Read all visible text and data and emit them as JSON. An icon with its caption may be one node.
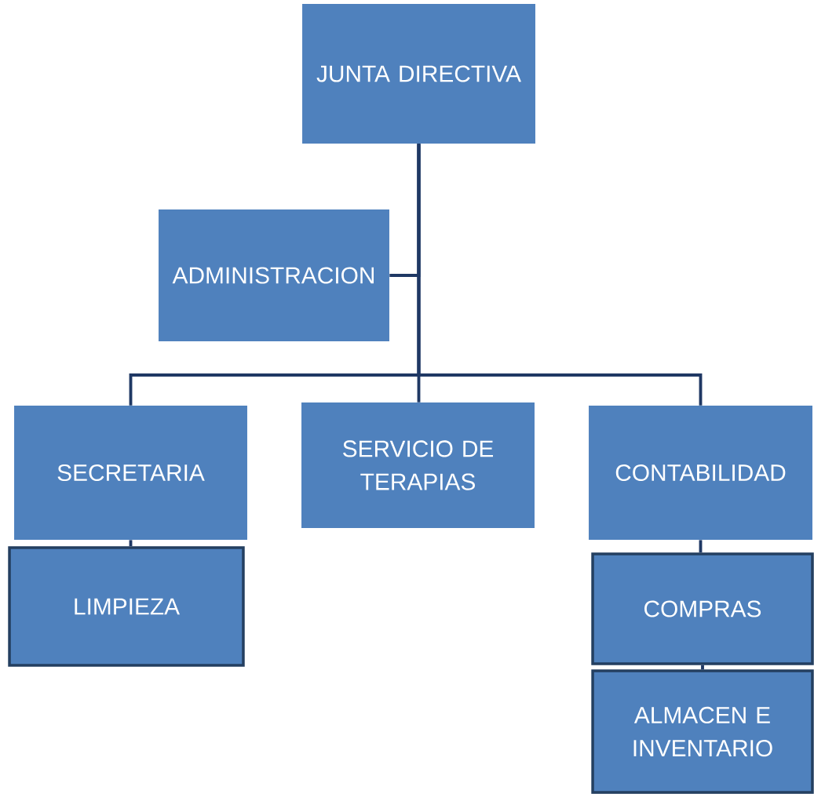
{
  "diagram": {
    "nodes": [
      {
        "text": [
          "JUNTA DIRECTIVA"
        ]
      },
      {
        "text": [
          "ADMINISTRACION"
        ]
      },
      {
        "text": [
          "SECRETARIA"
        ]
      },
      {
        "text": [
          "SERVICIO DE TERAPIAS"
        ]
      },
      {
        "text": [
          "CONTABILIDAD"
        ]
      },
      {
        "text": [
          "LIMPIEZA"
        ]
      },
      {
        "text": [
          "COMPRAS"
        ]
      },
      {
        "text": [
          "ALMACEN E INVENTARIO"
        ]
      }
    ],
    "edges": [
      {
        "from": 0,
        "to": 1,
        "arrow": "none"
      },
      {
        "from": 0,
        "to": 2,
        "arrow": "none"
      },
      {
        "from": 0,
        "to": 3,
        "arrow": "none"
      },
      {
        "from": 0,
        "to": 4,
        "arrow": "none"
      },
      {
        "from": 2,
        "to": 5,
        "arrow": "none"
      },
      {
        "from": 4,
        "to": 6,
        "arrow": "none"
      },
      {
        "from": 6,
        "to": 7,
        "arrow": "none"
      }
    ]
  }
}
